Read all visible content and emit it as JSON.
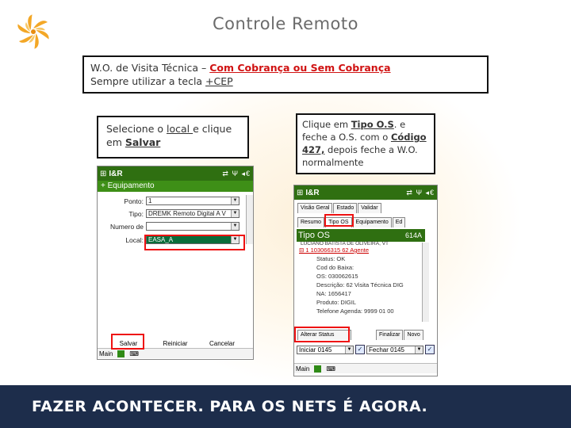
{
  "slide": {
    "title": "Controle Remoto",
    "footer": "FAZER ACONTECER. PARA OS NETS É AGORA."
  },
  "callouts": {
    "top": {
      "line1_prefix": "W.O. de Visita Técnica – ",
      "line1_highlight": "Com Cobrança ou Sem Cobrança",
      "line2_prefix": "Sempre utilizar a tecla ",
      "line2_key": "+CEP"
    },
    "left": {
      "text1": "Selecione o ",
      "local": "local ",
      "text2": "e clique em ",
      "salvar": "Salvar"
    },
    "right": {
      "text1": "Clique em ",
      "tipo": "Tipo O.S",
      "text2": ". e feche a O.S. com o ",
      "codigo": "Código 427,",
      "text3": " depois feche a W.O. normalmente"
    }
  },
  "pda_left": {
    "brand": "I&R",
    "status_icons": "⇄ Ψ ◂€",
    "header": "+ Equipamento",
    "fields": [
      {
        "label": "Ponto:",
        "value": "1"
      },
      {
        "label": "Tipo:",
        "value": "DREMK Remoto Digital A V"
      },
      {
        "label": "Numero de",
        "value": ""
      },
      {
        "label": "Local:",
        "value": "EASA_A"
      }
    ],
    "buttons": {
      "save": "Salvar",
      "reset": "Reiniciar",
      "cancel": "Cancelar"
    },
    "taskbar": "Main"
  },
  "pda_right": {
    "brand": "I&R",
    "status_icons": "⇄ Ψ ◂€",
    "tabs": [
      "Resumo",
      "Tipo OS",
      "Equipamento",
      "Ed"
    ],
    "top_tabs": [
      "Visão Geral",
      "Estado",
      "Validar"
    ],
    "section_title": "Tipo OS",
    "section_code": "614A",
    "client_line": "LUCIANO BATISTA DE OLIVEIRA, VT",
    "tree": [
      "⊟ 1 103066315 62 Agente",
      "Status: OK",
      "Cod do Baixa:",
      "OS: 030062615",
      "Descrição: 62 Visita Técnica DIG",
      "NA: 1656417",
      "Produto: DIGIL",
      "Telefone Agenda: 9999 01 00"
    ],
    "bottom_buttons": [
      "Alterar Status",
      "Finalizar",
      "Novo"
    ],
    "selects": [
      {
        "value": "Iniciar 0145"
      },
      {
        "value": "Fechar 0145"
      }
    ],
    "taskbar": "Main"
  }
}
